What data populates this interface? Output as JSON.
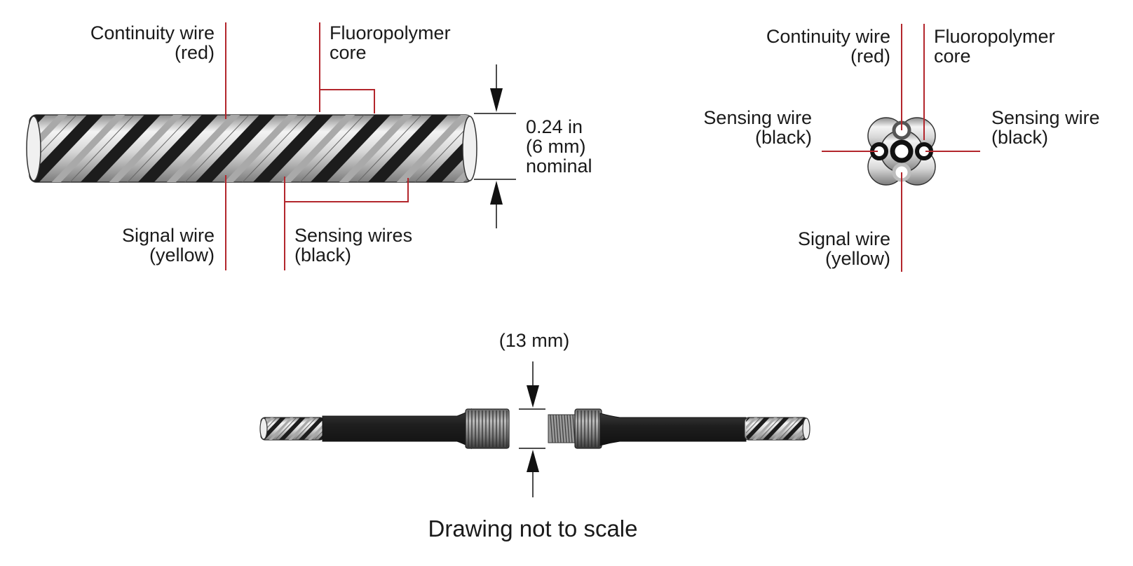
{
  "colors": {
    "leader": "#b3262c",
    "dimension": "#111111",
    "jacket": "#2a2a2a",
    "metal_light": "#e8e8e8",
    "metal_mid": "#a9a9a9",
    "stripe": "#1c1c1c"
  },
  "side_view": {
    "continuity": {
      "line1": "Continuity wire",
      "line2": "(red)"
    },
    "core": {
      "line1": "Fluoropolymer",
      "line2": "core"
    },
    "signal": {
      "line1": "Signal wire",
      "line2": "(yellow)"
    },
    "sensing": {
      "line1": "Sensing wires",
      "line2": "(black)"
    },
    "dimension": {
      "line1": "0.24 in",
      "line2": "(6 mm)",
      "line3": "nominal"
    }
  },
  "cross_section": {
    "continuity": {
      "line1": "Continuity wire",
      "line2": "(red)"
    },
    "core": {
      "line1": "Fluoropolymer",
      "line2": "core"
    },
    "sensing_left": {
      "line1": "Sensing wire",
      "line2": "(black)"
    },
    "sensing_right": {
      "line1": "Sensing wire",
      "line2": "(black)"
    },
    "signal": {
      "line1": "Signal wire",
      "line2": "(yellow)"
    }
  },
  "connector": {
    "dimension_label": "(13 mm)"
  },
  "footnote": "Drawing not to scale"
}
